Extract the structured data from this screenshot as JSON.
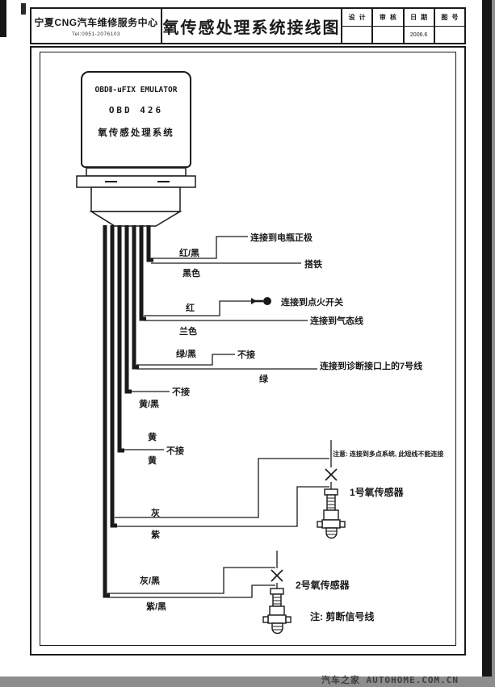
{
  "colors": {
    "ink": "#1a1a1a",
    "paper": "#ffffff",
    "scan_bar": "#8d8d8d"
  },
  "titlebar": {
    "company": "宁夏CNG汽车维修服务中心",
    "tel": "Tel:0951-2076103",
    "title": "氧传感处理系统接线图",
    "fields": [
      {
        "label": "设计",
        "value": ""
      },
      {
        "label": "审核",
        "value": ""
      },
      {
        "label": "日期",
        "value": "2006.6"
      },
      {
        "label": "图号",
        "value": ""
      }
    ]
  },
  "device": {
    "line1": "OBDⅡ-uFIX EMULATOR",
    "line2": "OBD 426",
    "line3": "氧传感处理系统"
  },
  "wires": {
    "red_black": "红/黑",
    "black": "黑色",
    "red": "红",
    "blue": "兰色",
    "green_black": "绿/黑",
    "green": "绿",
    "yellow_black": "黄/黑",
    "yellow_top": "黄",
    "yellow_bottom": "黄",
    "gray": "灰",
    "purple": "紫",
    "gray_black": "灰/黑",
    "purple_black": "紫/黑"
  },
  "connections": {
    "battery_positive": "连接到电瓶正极",
    "ground": "搭铁",
    "ignition": "连接到点火开关",
    "gas_line": "连接到气态线",
    "not_connected": "不接",
    "diagnostic_pin7": "连接到诊断接口上的7号线"
  },
  "sensors": {
    "sensor1": "1号氧传感器",
    "sensor2": "2号氧传感器",
    "warning": "注意: 连接到多点系统, 此短线不能连接",
    "cut_note": "注: 剪断信号线"
  },
  "watermark": "汽车之家 AUTOHOME.COM.CN"
}
